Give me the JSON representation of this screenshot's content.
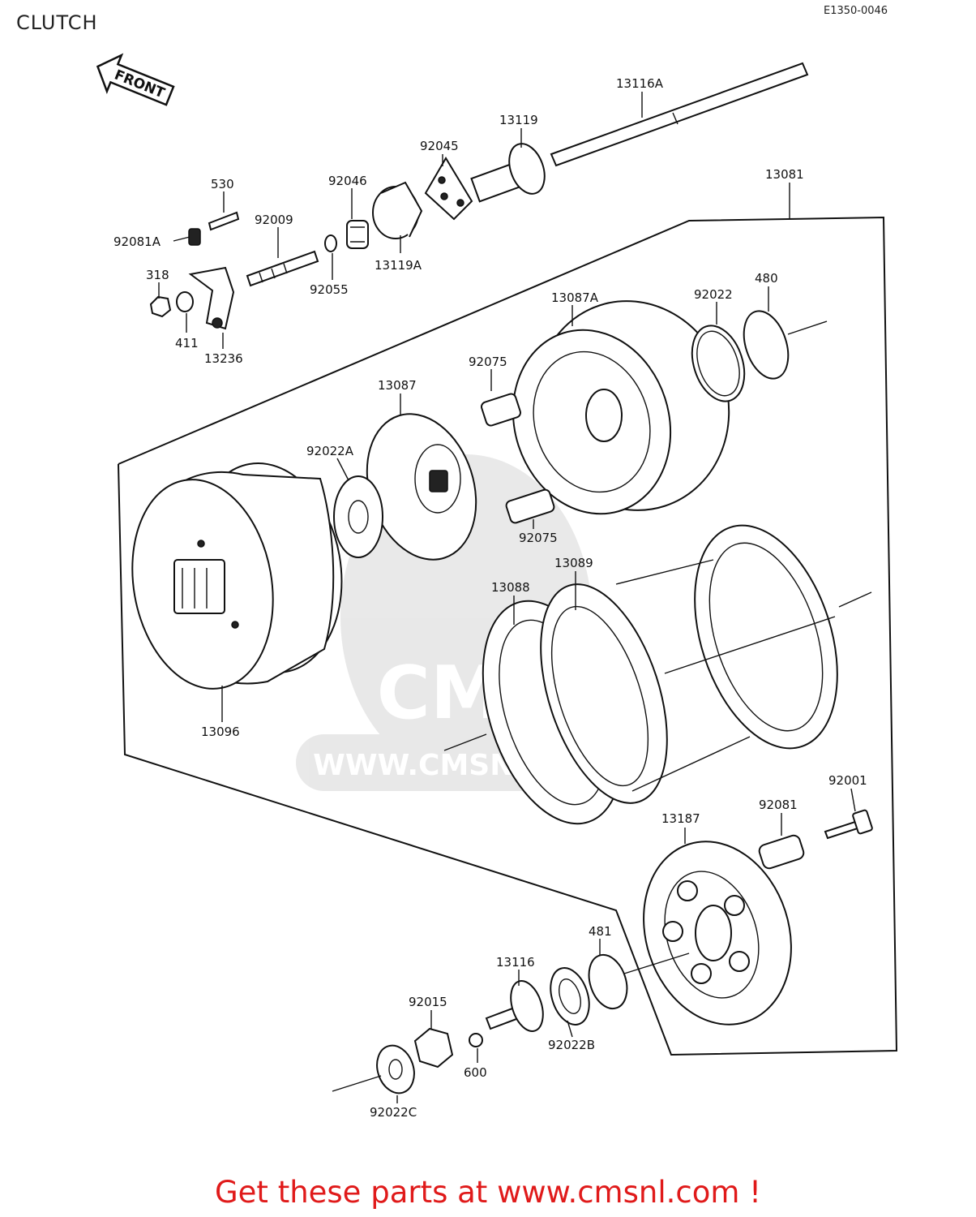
{
  "header": {
    "title": "CLUTCH",
    "drawing_code": "E1350-0046"
  },
  "front_arrow": {
    "label": "FRONT"
  },
  "watermark": {
    "brand": "CMS",
    "url": "WWW.CMSNL.COM"
  },
  "parts": [
    "13116A",
    "13119",
    "92045",
    "92046",
    "530",
    "92009",
    "92081A",
    "13119A",
    "92055",
    "318",
    "411",
    "13236",
    "13081",
    "13087A",
    "92022",
    "480",
    "92075",
    "13087",
    "92022A",
    "92075",
    "13089",
    "13088",
    "13096",
    "92001",
    "92081",
    "13187",
    "481",
    "13116",
    "92015",
    "92022B",
    "600",
    "92022C"
  ],
  "footer": {
    "promo": "Get these parts at www.cmsnl.com !"
  }
}
